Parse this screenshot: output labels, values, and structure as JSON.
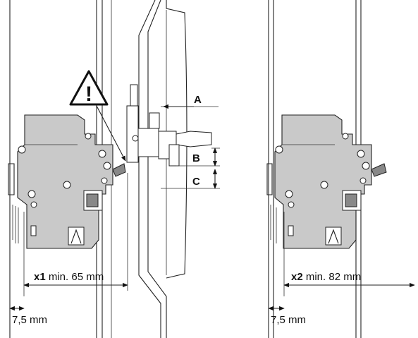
{
  "labels": {
    "a": "A",
    "b": "B",
    "c": "C",
    "x1_prefix": "x1",
    "x1_text": " min. 65 mm",
    "x2_prefix": "x2",
    "x2_text": " min. 82 mm",
    "offset_left": "7,5 mm",
    "offset_right": "7,5 mm",
    "warning_symbol": "!"
  },
  "icons": {
    "warning": "warning-triangle-icon"
  }
}
